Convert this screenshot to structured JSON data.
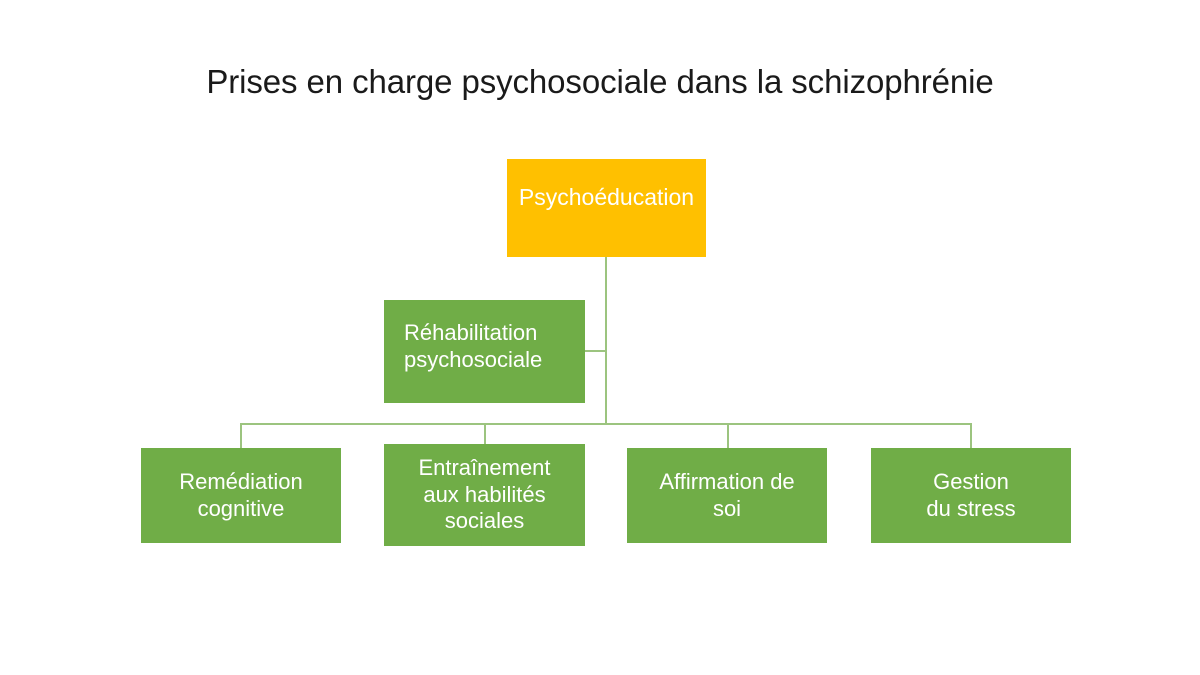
{
  "slide": {
    "title": "Prises en charge psychosociale dans la schizophrénie",
    "background": "#ffffff",
    "title_color": "#1a1a1a"
  },
  "colors": {
    "root_fill": "#ffc000",
    "node_fill": "#70ad47",
    "connector": "#9cc47f",
    "node_text": "#ffffff"
  },
  "diagram": {
    "type": "hierarchy",
    "root": {
      "label": "Psychoéducation",
      "fill": "#ffc000"
    },
    "branch": {
      "label": "Réhabilitation psychosociale",
      "line_1": "Réhabilitation",
      "line_2": "psychosociale",
      "fill": "#70ad47"
    },
    "leaves": [
      {
        "label": "Remédiation cognitive",
        "line_1": "Remédiation",
        "line_2": "cognitive",
        "line_3": "",
        "fill": "#70ad47"
      },
      {
        "label": "Entraînement aux habilités sociales",
        "line_1": "Entraînement",
        "line_2": "aux habilités",
        "line_3": "sociales",
        "fill": "#70ad47"
      },
      {
        "label": "Affirmation de soi",
        "line_1": "Affirmation de",
        "line_2": "soi",
        "line_3": "",
        "fill": "#70ad47"
      },
      {
        "label": "Gestion du stress",
        "line_1": "Gestion",
        "line_2": "du stress",
        "line_3": "",
        "fill": "#70ad47"
      }
    ]
  }
}
